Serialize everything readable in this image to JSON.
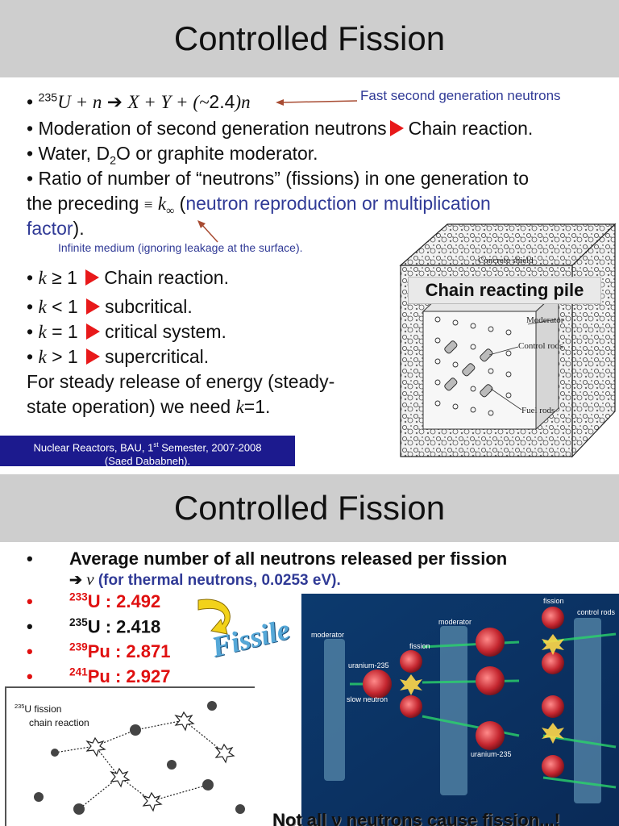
{
  "slide1": {
    "title": "Controlled Fission",
    "eq": {
      "bullet": "•",
      "sup": "235",
      "lhs": "U + n",
      "arrow": "➔",
      "rhs": "X + Y + (~",
      "num": "2.4",
      "tail": ")n"
    },
    "fast_note": "Fast second generation neutrons",
    "moderation_a": "• Moderation of second generation neutrons",
    "moderation_b": "Chain reaction.",
    "water_a": "• Water, D",
    "water_sub": "2",
    "water_b": "O or graphite moderator.",
    "ratio_1": "• Ratio of number of “neutrons” (fissions) in one generation to",
    "ratio_2a": "the preceding",
    "ratio_2b": "≡",
    "ratio_2c": "k",
    "ratio_2d": "∞",
    "ratio_2e": "(",
    "ratio_2f": "neutron reproduction or multiplication",
    "ratio_3a": "factor",
    "ratio_3b": ").",
    "infinite_note": "Infinite medium (ignoring leakage at the surface).",
    "k_items": [
      {
        "bullet": "•",
        "k": "k",
        "rel": "≥ 1",
        "text": "Chain reaction."
      },
      {
        "bullet": "•",
        "k": "k",
        "rel": "< 1",
        "text": "subcritical."
      },
      {
        "bullet": "•",
        "k": "k",
        "rel": "= 1",
        "text": "critical system."
      },
      {
        "bullet": "•",
        "k": "k",
        "rel": "> 1",
        "text": "supercritical."
      }
    ],
    "steady_1": "For steady release of energy (steady-",
    "steady_2a": "state operation) we need",
    "steady_2b": "k",
    "steady_2c": "=1.",
    "pile_label": "Chain reacting pile",
    "pile_parts": {
      "shield": "Concrete shield",
      "moderator": "Moderator",
      "control": "Control rods",
      "fuel": "Fuel rods"
    },
    "footer_1a": "Nuclear Reactors, BAU, 1",
    "footer_1sup": "st",
    "footer_1b": "Semester, 2007-2008",
    "footer_2": "(Saed Dababneh)."
  },
  "slide2": {
    "title": "Controlled Fission",
    "avg_1": "Average number of all neutrons released per fission",
    "avg_2a": "➔",
    "avg_2b": "ν",
    "avg_2c": "(for thermal neutrons, 0.0253 eV).",
    "isotopes": [
      {
        "sup": "233",
        "sym": "U",
        "val": " : 2.492",
        "color": "#e01010"
      },
      {
        "sup": "235",
        "sym": "U",
        "val": " : 2.418",
        "color": "#111111"
      },
      {
        "sup": "239",
        "sym": "Pu",
        "val": " : 2.871",
        "color": "#e01010"
      },
      {
        "sup": "241",
        "sym": "Pu",
        "val": " : 2.927",
        "color": "#e01010"
      }
    ],
    "fissile": "Fissile",
    "chain_sup": "235",
    "chain_a": "U  fission",
    "chain_b": "chain reaction",
    "reactor_labels": {
      "moderator1": "moderator",
      "moderator2": "moderator",
      "fission1": "fission",
      "fission2": "fission",
      "control": "control rods",
      "u235a": "uranium-235",
      "slow": "slow neutron",
      "u235b": "uranium-235"
    },
    "bottom_note": "Not all ν neutrons cause fission...!"
  }
}
